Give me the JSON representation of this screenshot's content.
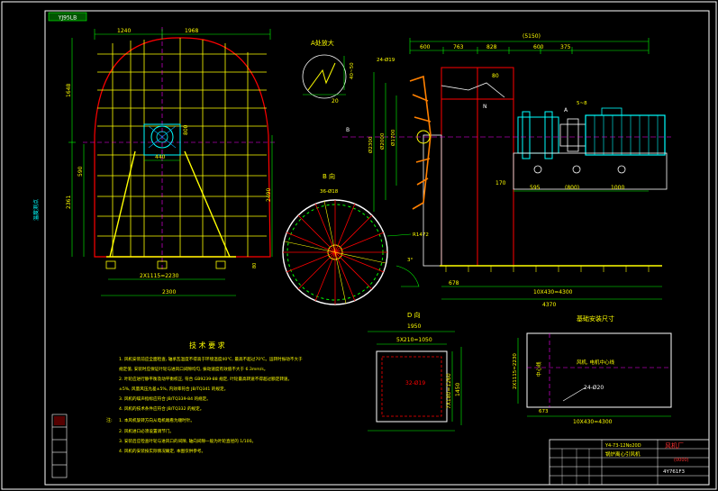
{
  "title_tab": "YJ95LB",
  "left_margin_label": "温度测点",
  "left_view": {
    "dim_top_left": "1240",
    "dim_top_right": "1968",
    "dim_left_upper": "1648",
    "dim_left_mid": "590",
    "dim_left_lower": "2361",
    "dim_right": "2490",
    "dim_hub": "440",
    "dim_shaft": "800",
    "dim_bottom_inner": "2X1115=2230",
    "dim_bottom_outer": "2300",
    "dim_base": "80"
  },
  "detail_a": {
    "title": "A处放大",
    "dim_height": "40~50",
    "dim_width": "20"
  },
  "section_b": {
    "title": "B 向",
    "dim_r": "R1472",
    "dim_angle": "3°",
    "holes": "36-Ø18"
  },
  "side_view": {
    "overall": "(5150)",
    "dims_top": [
      "600",
      "763",
      "828",
      "600",
      "375"
    ],
    "dim_holes": "24-Ø19",
    "dim_80": "80",
    "dims_vertical": [
      "Ø2300",
      "Ø2000",
      "Ø1700"
    ],
    "dim_170": "170",
    "dims_bottom": [
      "595",
      "(800)",
      "1000"
    ],
    "dim_678": "678",
    "dim_10x430": "10X430=4300",
    "dim_total": "4370",
    "dim_5_8": "5~8",
    "label_a": "A",
    "label_b": "B",
    "label_n": "N"
  },
  "inlet_view": {
    "title": "D 向",
    "dim_1950": "1950",
    "dim_5x210": "5X210=1050",
    "dim_holes": "32-Ø19",
    "dim_7x180": "7X180=1260",
    "dim_1450": "1450"
  },
  "foundation": {
    "title": "基础安装尺寸",
    "label_center": "中心线",
    "label_motor": "风机, 电机中心线",
    "dim_vertical": "2X1115=2230",
    "dim_holes": "24-Ø20",
    "dim_673": "673",
    "dim_bottom": "10X430=4300"
  },
  "notes": {
    "title": "技 术 要 求",
    "lines": [
      "1. 风机安装前应全面检查, 轴承瓦温度不得高于环境温度40℃, 最高不超过70℃。运转时振动不大于",
      "规定值, 安装时应保证叶轮与进风口间隙均匀, 振动速度有效值不大于 6.3mm/s。",
      "2. 叶轮应进行静平衡及动平衡校正, 符合 GB9239-88 规定, 叶轮最高转速不得超过额定转速。",
      "±5%, 风量风压允差±5%, 内效率符合 JB/TQ341 的规定。",
      "3. 风机的噪声指标应符合 JB/TQ339-84 的规定。",
      "4. 风机的技术条件应符合 JB/TQ332 的规定。"
    ],
    "note_label": "注:",
    "note_lines": [
      "1. 本风机旋转方向从电机端看为顺时针。",
      "2. 风机进口必须设置调节门。",
      "3. 安装后应检查叶轮与进风口的间隙, 轴向间隙一般为叶轮直径的 1/100。",
      "4. 风机的安装按实际情况确定, 本图仅供参考。"
    ]
  },
  "title_block": {
    "model": "Y4-73-12No20D",
    "name": "锅炉离心引风机",
    "company": "风机厂",
    "code_red": "(0000)",
    "drawing_no": "4Y761F3"
  },
  "colors": {
    "frame": "#ffffff",
    "outline": "#ffff00",
    "dimension": "#00ff00",
    "construction": "#ff0000",
    "text_yellow": "#ffff00",
    "motor": "#00ffff",
    "mechanism": "#ff8000",
    "magenta": "#ff00ff"
  }
}
